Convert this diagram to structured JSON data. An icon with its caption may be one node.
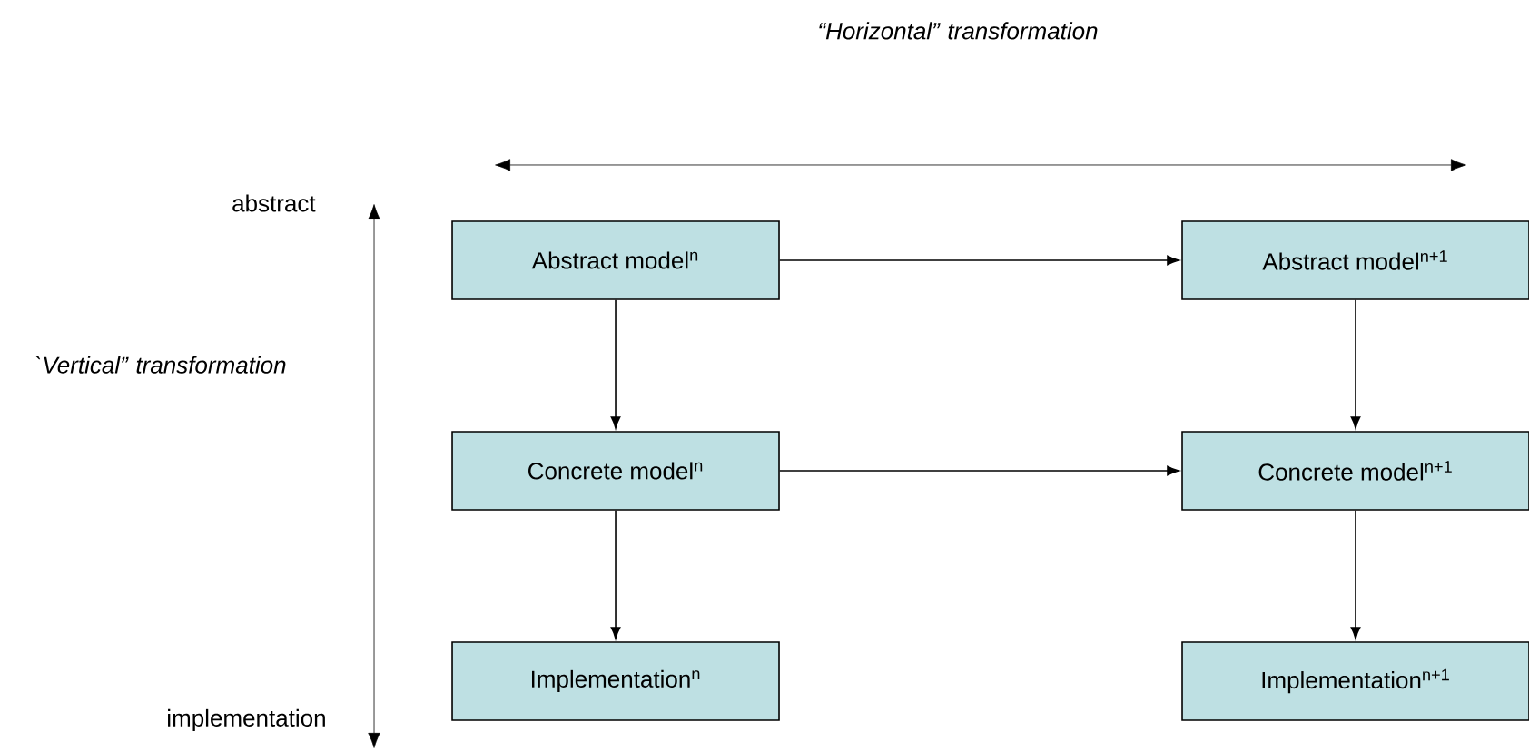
{
  "diagram": {
    "nodes": [
      {
        "text": [
          "Abstract model$^{n}$"
        ]
      },
      {
        "text": [
          "Abstract model$^{n+1}$"
        ]
      },
      {
        "text": [
          "Concrete model$^{n}$"
        ]
      },
      {
        "text": [
          "Concrete model$^{n+1}$"
        ]
      },
      {
        "text": [
          "Implementation$^{n}$"
        ]
      },
      {
        "text": [
          "Implementation$^{n+1}$"
        ]
      }
    ],
    "edges": [
      {
        "from": 0,
        "to": 1,
        "arrow": "to"
      },
      {
        "from": 0,
        "to": 2,
        "arrow": "to"
      },
      {
        "from": 1,
        "to": 3,
        "arrow": "to"
      },
      {
        "from": 2,
        "to": 3,
        "arrow": "to"
      },
      {
        "from": 2,
        "to": 4,
        "arrow": "to"
      },
      {
        "from": 3,
        "to": 5,
        "arrow": "to"
      }
    ],
    "labels": [
      "“Horizontal” transformation",
      "abstract",
      "`Vertical” transformation",
      "implementation"
    ]
  }
}
